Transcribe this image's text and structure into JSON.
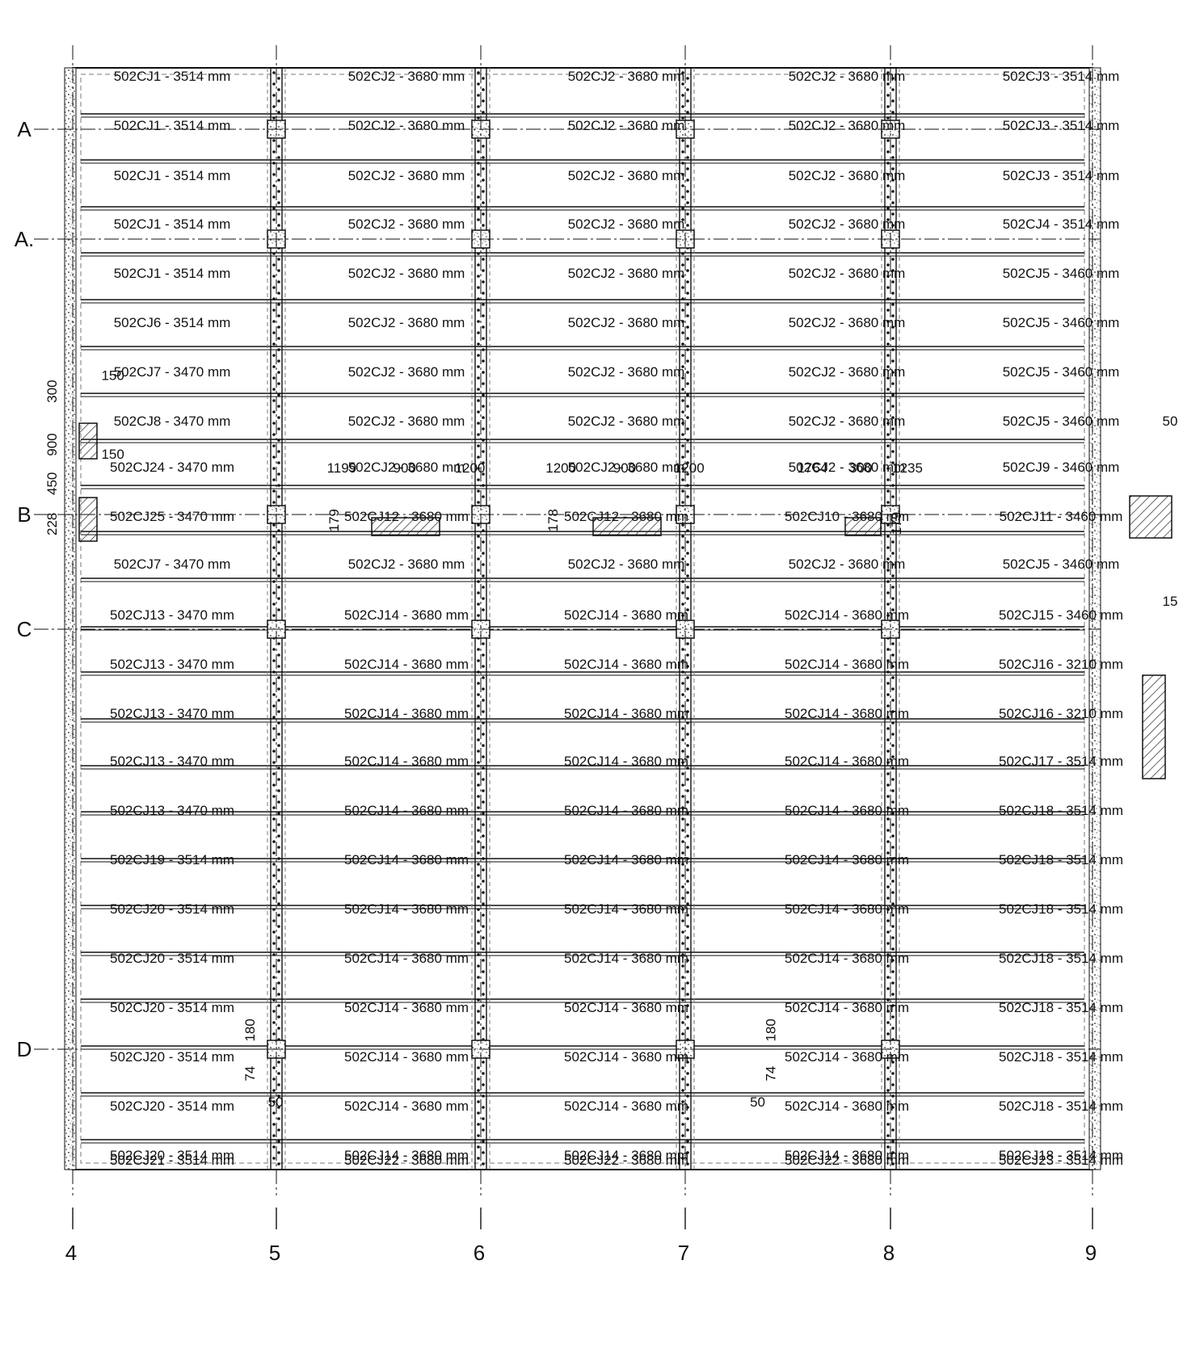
{
  "grid_rows": [
    "A",
    "A.",
    "B",
    "C",
    "D"
  ],
  "grid_columns": [
    "4",
    "5",
    "6",
    "7",
    "8",
    "9"
  ],
  "panel_rows": [
    [
      "502CJ1 - 3514 mm",
      "502CJ2 - 3680 mm",
      "502CJ2 - 3680 mm",
      "502CJ2 - 3680 mm",
      "502CJ3 - 3514 mm"
    ],
    [
      "502CJ1 - 3514 mm",
      "502CJ2 - 3680 mm",
      "502CJ2 - 3680 mm",
      "502CJ2 - 3680 mm",
      "502CJ3 - 3514 mm"
    ],
    [
      "502CJ1 - 3514 mm",
      "502CJ2 - 3680 mm",
      "502CJ2 - 3680 mm",
      "502CJ2 - 3680 mm",
      "502CJ3 - 3514 mm"
    ],
    [
      "502CJ1 - 3514 mm",
      "502CJ2 - 3680 mm",
      "502CJ2 - 3680 mm",
      "502CJ2 - 3680 mm",
      "502CJ4 - 3514 mm"
    ],
    [
      "502CJ1 - 3514 mm",
      "502CJ2 - 3680 mm",
      "502CJ2 - 3680 mm",
      "502CJ2 - 3680 mm",
      "502CJ5 - 3460 mm"
    ],
    [
      "502CJ6 - 3514 mm",
      "502CJ2 - 3680 mm",
      "502CJ2 - 3680 mm",
      "502CJ2 - 3680 mm",
      "502CJ5 - 3460 mm"
    ],
    [
      "502CJ7 - 3470 mm",
      "502CJ2 - 3680 mm",
      "502CJ2 - 3680 mm",
      "502CJ2 - 3680 mm",
      "502CJ5 - 3460 mm"
    ],
    [
      "502CJ8 - 3470 mm",
      "502CJ2 - 3680 mm",
      "502CJ2 - 3680 mm",
      "502CJ2 - 3680 mm",
      "502CJ5 - 3460 mm"
    ],
    [
      "502CJ24 - 3470 mm",
      "502CJ2 - 3680 mm",
      "502CJ2 - 3680 mm",
      "502CJ2 - 3680 mm",
      "502CJ9 - 3460 mm"
    ],
    [
      "502CJ25 - 3470 mm",
      "502CJ12 - 3680 mm",
      "502CJ12 - 3680 mm",
      "502CJ10 - 3680 mm",
      "502CJ11 - 3460 mm"
    ],
    [
      "502CJ7 - 3470 mm",
      "502CJ2 - 3680 mm",
      "502CJ2 - 3680 mm",
      "502CJ2 - 3680 mm",
      "502CJ5 - 3460 mm"
    ],
    [
      "502CJ13 - 3470 mm",
      "502CJ14 - 3680 mm",
      "502CJ14 - 3680 mm",
      "502CJ14 - 3680 mm",
      "502CJ15 - 3460 mm"
    ],
    [
      "502CJ13 - 3470 mm",
      "502CJ14 - 3680 mm",
      "502CJ14 - 3680 mm",
      "502CJ14 - 3680 mm",
      "502CJ16 - 3210 mm"
    ],
    [
      "502CJ13 - 3470 mm",
      "502CJ14 - 3680 mm",
      "502CJ14 - 3680 mm",
      "502CJ14 - 3680 mm",
      "502CJ16 - 3210 mm"
    ],
    [
      "502CJ13 - 3470 mm",
      "502CJ14 - 3680 mm",
      "502CJ14 - 3680 mm",
      "502CJ14 - 3680 mm",
      "502CJ17 - 3514 mm"
    ],
    [
      "502CJ13 - 3470 mm",
      "502CJ14 - 3680 mm",
      "502CJ14 - 3680 mm",
      "502CJ14 - 3680 mm",
      "502CJ18 - 3514 mm"
    ],
    [
      "502CJ19 - 3514 mm",
      "502CJ14 - 3680 mm",
      "502CJ14 - 3680 mm",
      "502CJ14 - 3680 mm",
      "502CJ18 - 3514 mm"
    ],
    [
      "502CJ20 - 3514 mm",
      "502CJ14 - 3680 mm",
      "502CJ14 - 3680 mm",
      "502CJ14 - 3680 mm",
      "502CJ18 - 3514 mm"
    ],
    [
      "502CJ20 - 3514 mm",
      "502CJ14 - 3680 mm",
      "502CJ14 - 3680 mm",
      "502CJ14 - 3680 mm",
      "502CJ18 - 3514 mm"
    ],
    [
      "502CJ20 - 3514 mm",
      "502CJ14 - 3680 mm",
      "502CJ14 - 3680 mm",
      "502CJ14 - 3680 mm",
      "502CJ18 - 3514 mm"
    ],
    [
      "502CJ20 - 3514 mm",
      "502CJ14 - 3680 mm",
      "502CJ14 - 3680 mm",
      "502CJ14 - 3680 mm",
      "502CJ18 - 3514 mm"
    ],
    [
      "502CJ20 - 3514 mm",
      "502CJ14 - 3680 mm",
      "502CJ14 - 3680 mm",
      "502CJ14 - 3680 mm",
      "502CJ18 - 3514 mm"
    ],
    [
      "502CJ20 - 3514 mm",
      "502CJ14 - 3680 mm",
      "502CJ14 - 3680 mm",
      "502CJ14 - 3680 mm",
      "502CJ18 - 3514 mm"
    ]
  ],
  "bottom_row": [
    "502CJ21 - 3514 mm",
    "502CJ22 - 3680 mm",
    "502CJ22 - 3680 mm",
    "502CJ22 - 3680 mm",
    "502CJ23 - 3514 mm"
  ],
  "dimensions": [
    "150",
    "300",
    "900",
    "150",
    "450",
    "228",
    "1199",
    "900",
    "1200",
    "179",
    "1200",
    "900",
    "1200",
    "178",
    "1764",
    "300",
    "1235",
    "179",
    "50",
    "15",
    "180",
    "74",
    "50",
    "180",
    "74",
    "50"
  ],
  "colors": {
    "line": "#111111",
    "dashed": "#777777",
    "hatch": "#333333",
    "background": "#ffffff"
  }
}
